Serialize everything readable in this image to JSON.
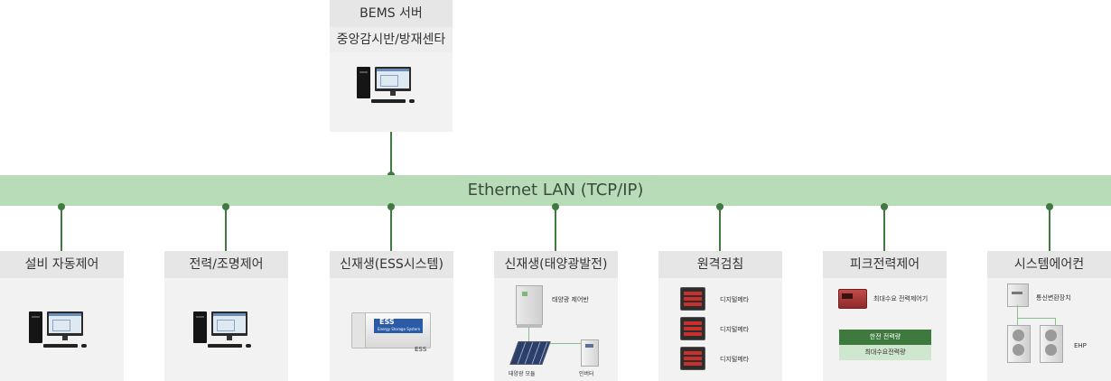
{
  "top": {
    "title": "BEMS 서버",
    "subtitle": "중앙감시반/방재센타"
  },
  "lan": {
    "label": "Ethernet LAN (TCP/IP)"
  },
  "nodes": [
    {
      "title": "설비 자동제어"
    },
    {
      "title": "전력/조명제어"
    },
    {
      "title": "신재생(ESS시스템)",
      "ess_badge": "ESS",
      "ess_badge_sub": "Energy Storage System",
      "caption": "ESS"
    },
    {
      "title": "신재생(태양광발전)",
      "panel_label": "태양광 제어반",
      "module_label": "태양광 모듈",
      "inverter_label": "인버터"
    },
    {
      "title": "원격검침",
      "meter1": "디지털메타",
      "meter2": "디지털메타",
      "meter3": "디지털메타"
    },
    {
      "title": "피크전력제어",
      "device_label": "최대수요 전력제어기",
      "bar_dark": "한전 전력량",
      "bar_light": "최대수요전력량"
    },
    {
      "title": "시스템에어컨",
      "unit_label": "통신변환장치",
      "ehp_label": "EHP"
    }
  ],
  "colors": {
    "lan": "#b8dcb8",
    "connector": "#3f7a3f",
    "bar_dark": "#3e7a3e",
    "bar_light": "#cfe6cf"
  }
}
